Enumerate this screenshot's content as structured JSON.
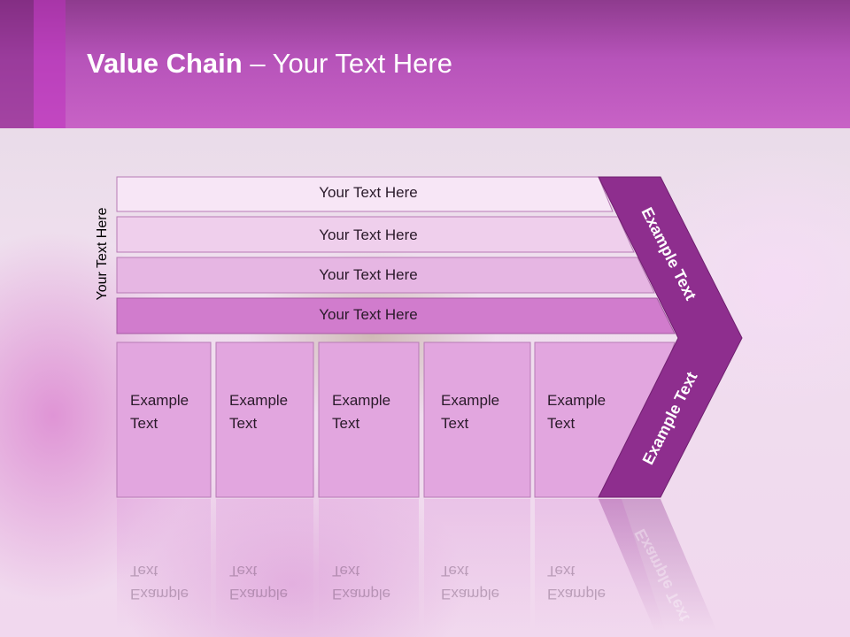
{
  "title": {
    "bold": "Value Chain",
    "rest": " – Your Text Here"
  },
  "side_label": "Your Text Here",
  "rows": [
    "Your Text Here",
    "Your Text Here",
    "Your Text Here",
    "Your Text Here"
  ],
  "columns": [
    {
      "line1": "Example",
      "line2": "Text"
    },
    {
      "line1": "Example",
      "line2": "Text"
    },
    {
      "line1": "Example",
      "line2": "Text"
    },
    {
      "line1": "Example",
      "line2": "Text"
    },
    {
      "line1": "Example",
      "line2": "Text"
    }
  ],
  "chevron": {
    "upper": "Example Text",
    "lower": "Example Text"
  },
  "colors": {
    "header": "#b653b9",
    "chevron": "#8e2e8e",
    "row1": "#f7e6f6",
    "row2": "#efcfec",
    "row3": "#e6b6e3",
    "row4": "#d17ccd",
    "column": "#e2a6df"
  }
}
